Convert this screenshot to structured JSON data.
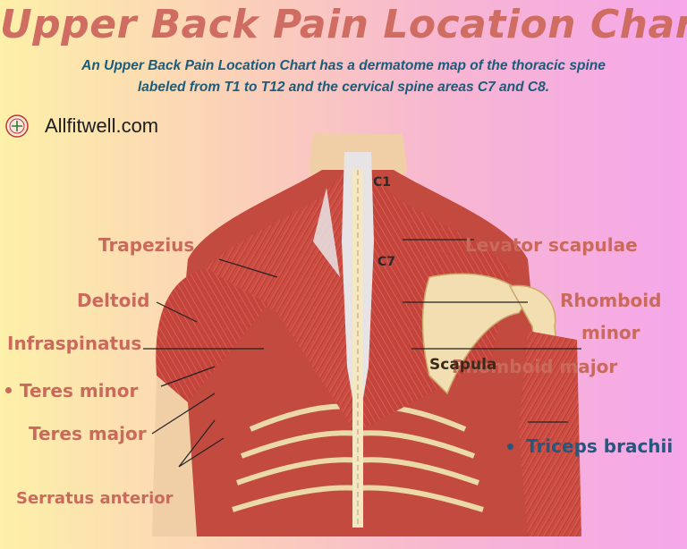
{
  "header": {
    "title": "Upper Back Pain Location Chart",
    "subtitle_line1": "An Upper Back Pain Location Chart has a dermatome map of the thoracic spine",
    "subtitle_line2": "labeled from T1 to T12 and the cervical spine areas C7 and C8."
  },
  "brand": {
    "text": "Allfitwell.com",
    "logo_icon": "allfitwell-logo-icon"
  },
  "labels": {
    "trapezius": "Trapezius",
    "deltoid": "Deltoid",
    "infraspinatus": "Infraspinatus",
    "teres_minor": "Teres minor",
    "teres_major": "Teres major",
    "serratus_anterior": "Serratus anterior",
    "levator_scapulae": "Levator scapulae",
    "rhomboid_minor_1": "Rhomboid",
    "rhomboid_minor_2": "minor",
    "rhomboid_major": "Rhomboid major",
    "scapula": "Scapula",
    "triceps_brachii": "Triceps brachii"
  },
  "spine_labels": {
    "c1": "C1",
    "c7": "C7"
  },
  "colors": {
    "title": "#cf6d62",
    "subtitle": "#1a5c7a",
    "label_salmon": "#c96a5c",
    "label_blue": "#24587e",
    "muscle": "#c9463f",
    "tendon": "#e8e4e6",
    "bone": "#f2deb0",
    "skin": "#f1cfa6"
  }
}
